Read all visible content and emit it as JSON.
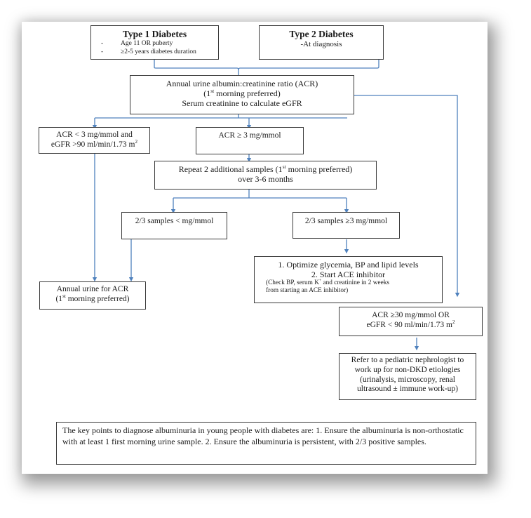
{
  "diagram": {
    "type1": {
      "title": "Type 1 Diabetes",
      "bullets": [
        "Age 11 OR puberty",
        "≥2-5 years diabetes duration"
      ],
      "bullet_marker": "-"
    },
    "type2": {
      "title": "Type 2 Diabetes",
      "sub": "-At diagnosis"
    },
    "acr_annual": {
      "line1": "Annual urine albumin:creatinine ratio (ACR)",
      "line2_pre": "(1",
      "line2_sup": "st",
      "line2_post": " morning preferred)",
      "line3": "Serum creatinine to calculate eGFR"
    },
    "acr_low": {
      "line1": "ACR < 3 mg/mmol and",
      "line2_pre": "eGFR >90 ml/min/1.73 m",
      "line2_sup": "2"
    },
    "acr_high": {
      "line1": "ACR ≥ 3 mg/mmol"
    },
    "repeat": {
      "line1_pre": "Repeat 2 additional samples (1",
      "line1_sup": "st",
      "line1_post": " morning preferred)",
      "line2": "over 3-6 months"
    },
    "samples_low": {
      "line1": "2/3 samples < mg/mmol"
    },
    "samples_high": {
      "line1": "2/3 samples ≥3 mg/mmol"
    },
    "optimize": {
      "item1": "1.   Optimize glycemia, BP and lipid levels",
      "item2": "2.   Start ACE inhibitor",
      "note1_pre": "(Check BP, serum K",
      "note1_sup": "+",
      "note1_post": " and creatinine in 2 weeks",
      "note2": "from starting an ACE inhibitor)"
    },
    "annual_urine": {
      "line1": "Annual urine for ACR",
      "line2_pre": "(1",
      "line2_sup": "st",
      "line2_post": " morning preferred)"
    },
    "acr30": {
      "line1": "ACR ≥30 mg/mmol OR",
      "line2_pre": "eGFR < 90 ml/min/1.73 m",
      "line2_sup": "2"
    },
    "refer": {
      "line1": "Refer to a pediatric nephrologist to",
      "line2": "work up for non-DKD etiologies",
      "line3": "(urinalysis, microscopy, renal",
      "line4": "ultrasound ± immune work-up)"
    },
    "keypoints": {
      "text": "The key points to diagnose albuminuria in young people with diabetes are: 1. Ensure the albuminuria is non-orthostatic with at least 1 first morning urine sample.  2. Ensure the albuminuria is persistent, with 2/3 positive samples."
    }
  },
  "colors": {
    "connector": "#4f81bd",
    "box_border": "#3a3a3a"
  }
}
